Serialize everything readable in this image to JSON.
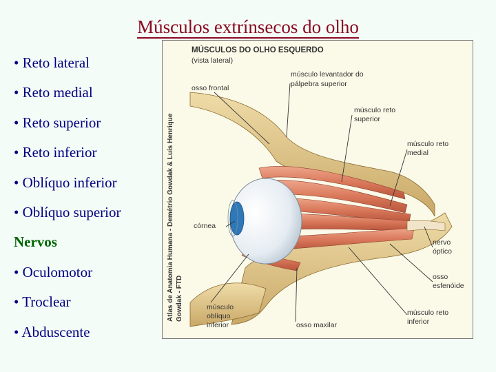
{
  "slide": {
    "title": "Músculos extrínsecos do olho"
  },
  "bullets": [
    {
      "text": "• Reto lateral",
      "type": "item"
    },
    {
      "text": "• Reto medial",
      "type": "item"
    },
    {
      "text": "• Reto superior",
      "type": "item"
    },
    {
      "text": "• Reto inferior",
      "type": "item"
    },
    {
      "text": "• Oblíquo inferior",
      "type": "item"
    },
    {
      "text": "• Oblíquo superior",
      "type": "item"
    },
    {
      "text": "Nervos",
      "type": "heading"
    },
    {
      "text": "• Oculomotor",
      "type": "item"
    },
    {
      "text": "• Troclear",
      "type": "item"
    },
    {
      "text": "• Abduscente",
      "type": "item"
    }
  ],
  "figure": {
    "title": "MÚSCULOS DO OLHO ESQUERDO",
    "subtitle": "(vista lateral)",
    "credit_line1": "Atlas de Anatomia Humana - Demétrio Gowdak & Luís Henrique",
    "credit_line2": "Gowdak - FTD",
    "labels": {
      "osso_frontal": "osso frontal",
      "levantador_1": "músculo levantador do",
      "levantador_2": "pálpebra superior",
      "reto_superior_1": "músculo reto",
      "reto_superior_2": "superior",
      "reto_medial_1": "músculo reto",
      "reto_medial_2": "medial",
      "cornea": "córnea",
      "nervo_optico_1": "nervo",
      "nervo_optico_2": "óptico",
      "osso_esfenoide_1": "osso",
      "osso_esfenoide_2": "esfenóide",
      "obliquo_inferior_1": "músculo",
      "obliquo_inferior_2": "oblíquo",
      "obliquo_inferior_3": "inferior",
      "osso_maxilar": "osso maxilar",
      "reto_inferior_1": "músculo reto",
      "reto_inferior_2": "inferior"
    }
  },
  "colors": {
    "background": "#f4fcf8",
    "title": "#8b0a1f",
    "bullet_text": "#000080",
    "heading_text": "#006400",
    "muscle": "#d9785a",
    "bone": "#e3c98a",
    "eye": "#e8eef4",
    "iris": "#2f78b8"
  }
}
